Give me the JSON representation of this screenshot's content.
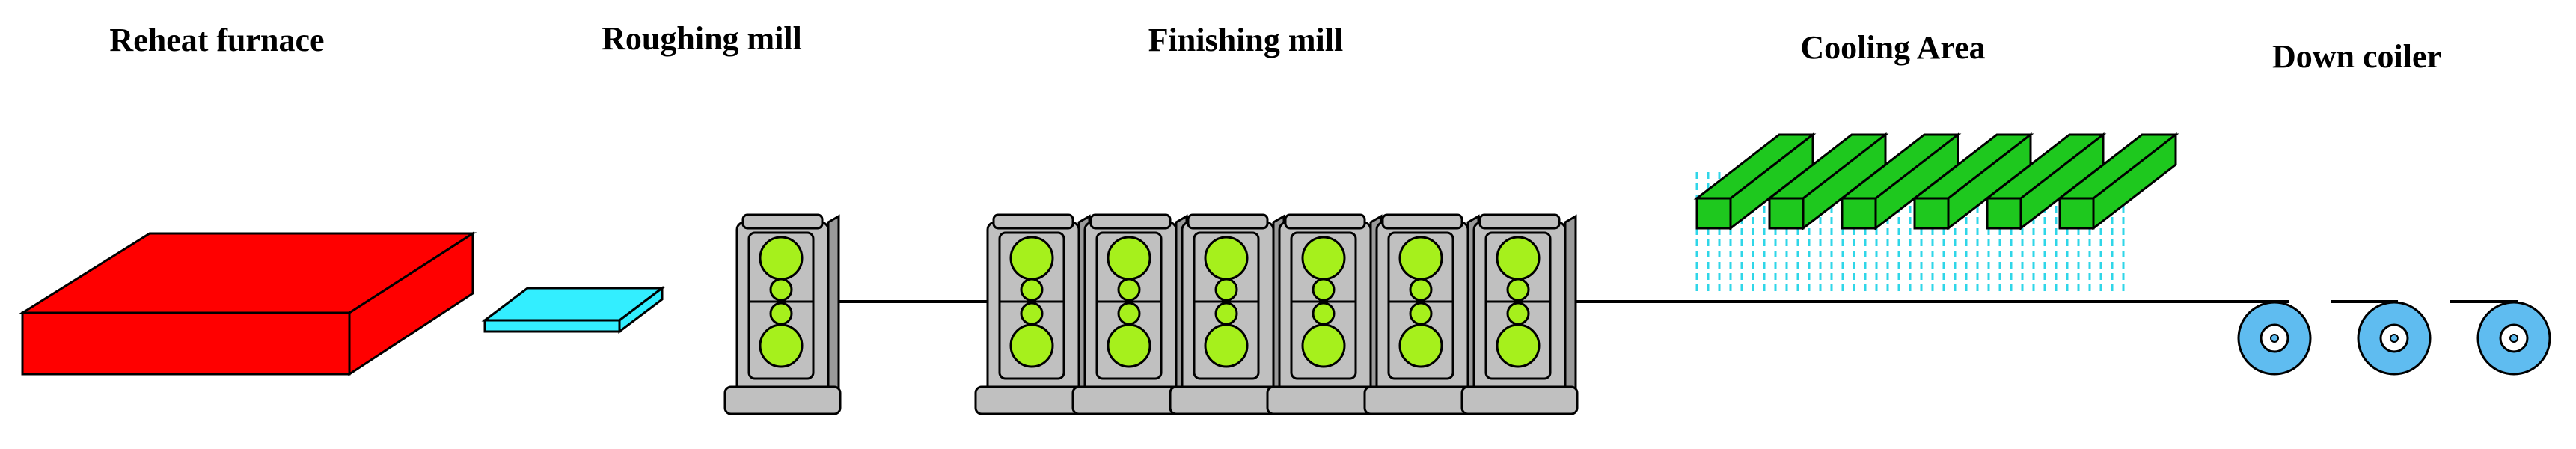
{
  "labels": {
    "reheat_furnace": "Reheat furnace",
    "roughing_mill": "Roughing mill",
    "finishing_mill": "Finishing mill",
    "cooling_area": "Cooling Area",
    "down_coiler": "Down coiler"
  },
  "counts": {
    "finishing_stands": 6,
    "cooling_headers": 6,
    "coilers": 3
  },
  "colors": {
    "furnace": "#ff0000",
    "slab": "#33eeff",
    "mill_housing": "#c0c0c0",
    "rolls": "#a6f01c",
    "cooling_header": "#1ec81e",
    "water": "#2fd6e8",
    "coil": "#5fbcf0",
    "outline": "#000000"
  }
}
